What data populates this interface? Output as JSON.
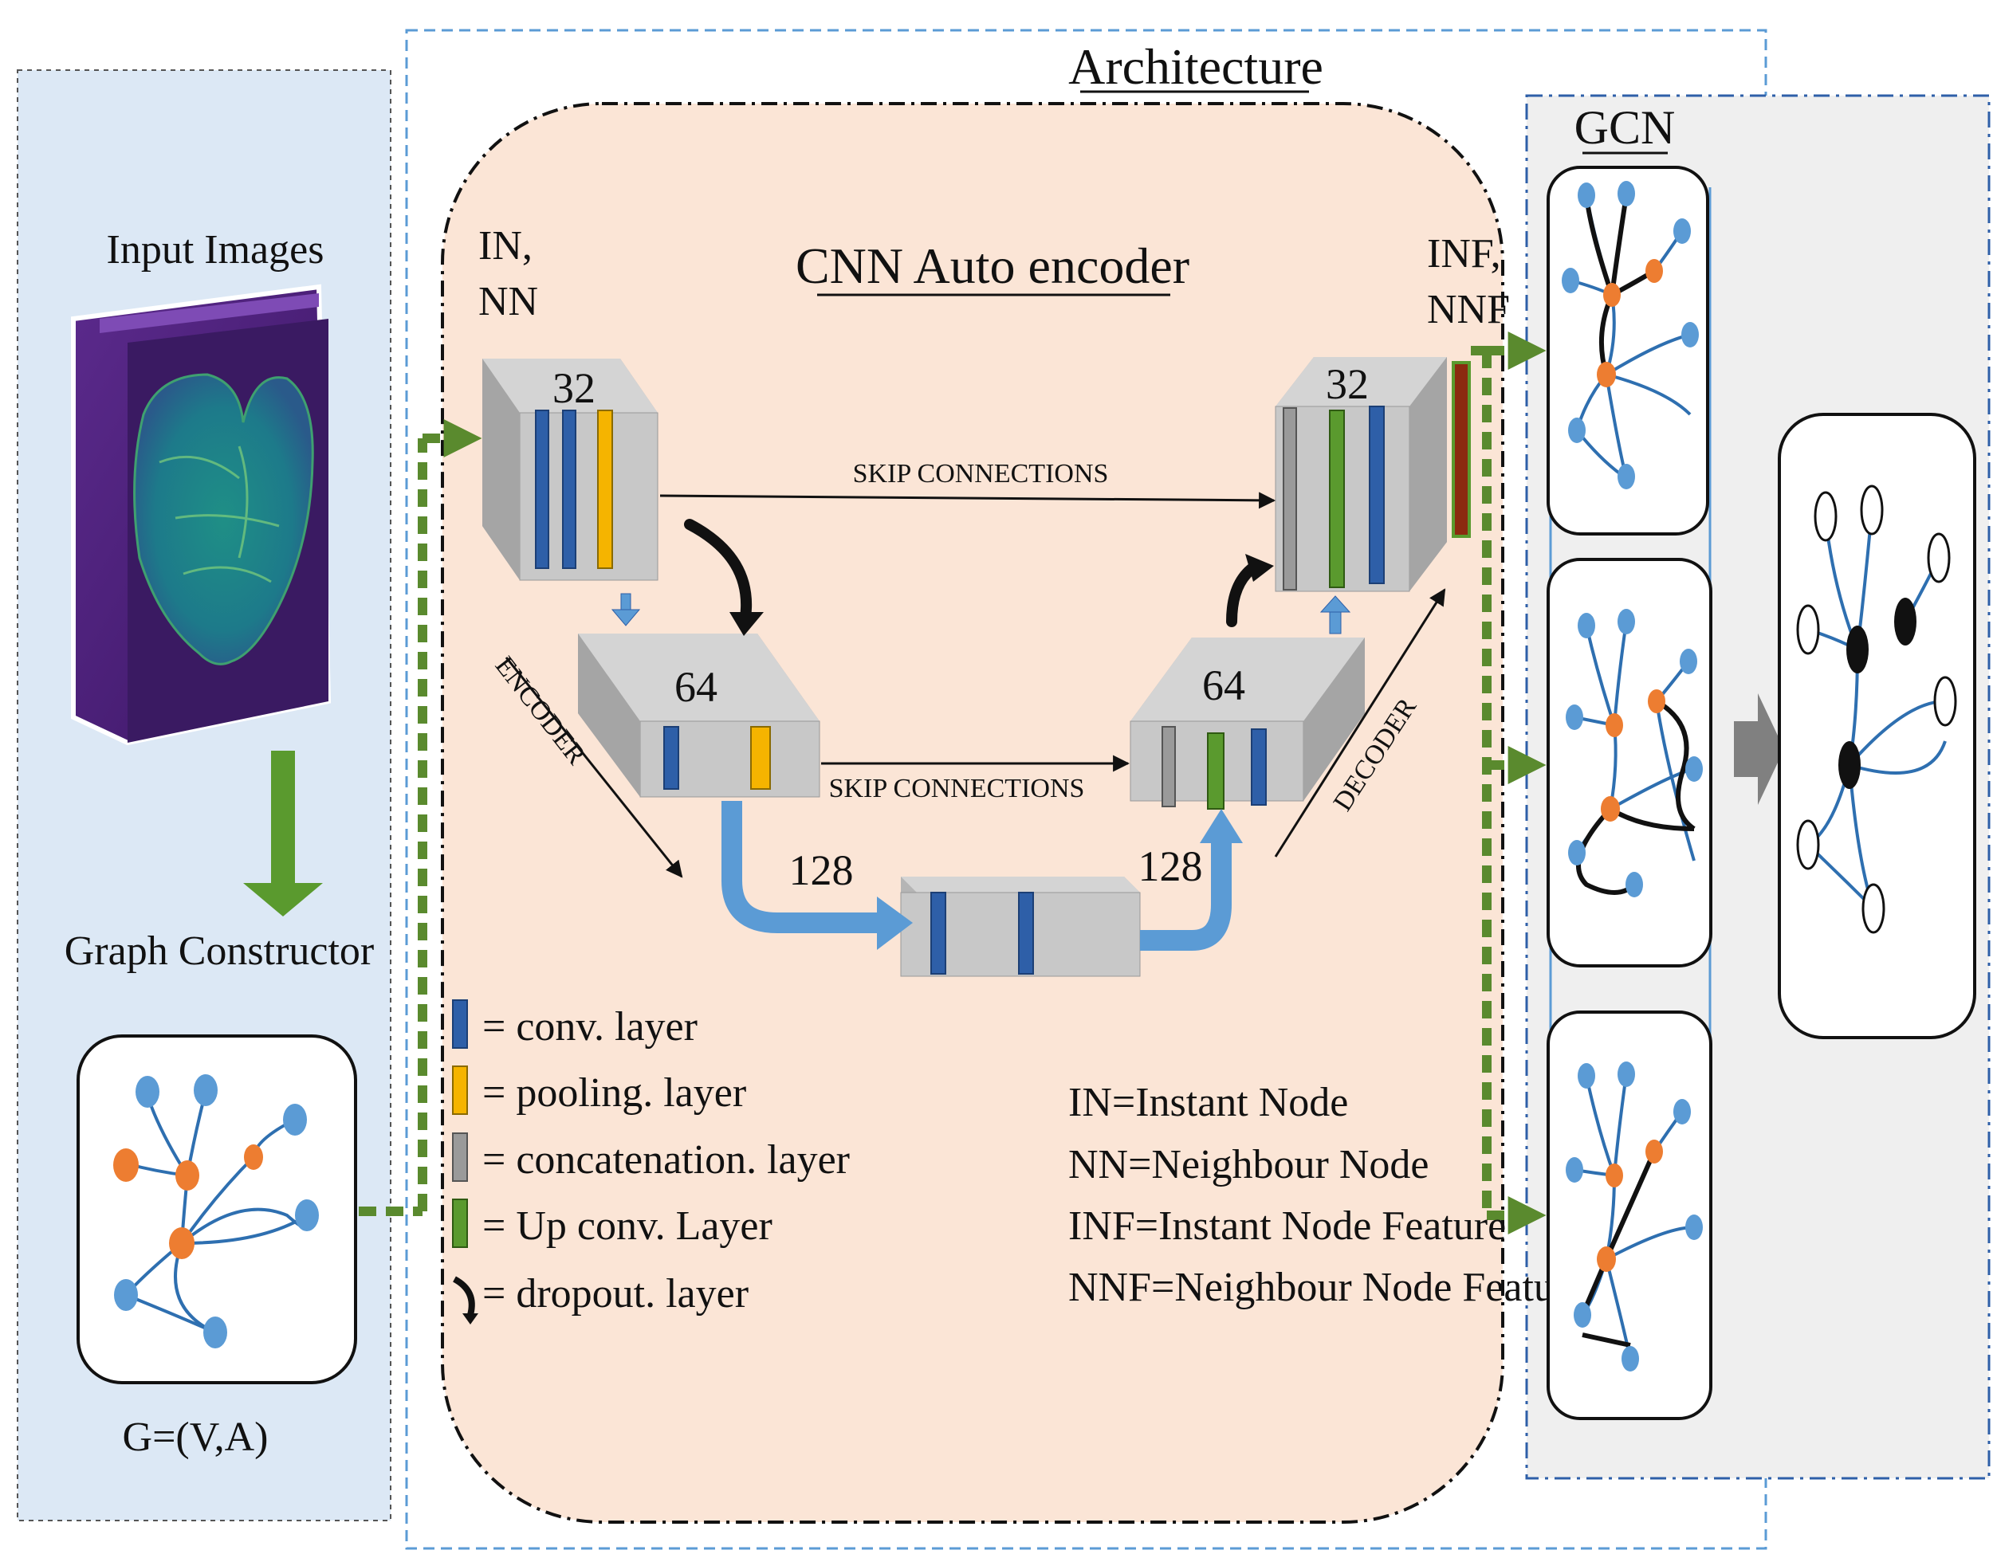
{
  "title": "Architecture",
  "left_panel": {
    "input_title": "Input Images",
    "graph_constructor": "Graph Constructor",
    "graph_formula": "G=(V,A)"
  },
  "cnn": {
    "title": "CNN Auto encoder",
    "in_label_1": "IN,",
    "in_label_2": "NN",
    "out_label_1": "INF,",
    "out_label_2": "NNF",
    "block1_num": "32",
    "block2_num": "64",
    "block3_num_left": "128",
    "block3_num_right": "128",
    "block4_num": "64",
    "block5_num": "32",
    "skip_top": "SKIP CONNECTIONS",
    "skip_mid": "SKIP CONNECTIONS",
    "encoder": "ENCODER",
    "decoder": "DECODER"
  },
  "legend": {
    "conv": "= conv. layer",
    "pool": "= pooling. layer",
    "concat": "= concatenation. layer",
    "upconv": "=  Up conv. Layer",
    "dropout": "=  dropout. layer"
  },
  "abbreviations": {
    "in": "IN=Instant Node",
    "nn": "NN=Neighbour Node",
    "inf": "INF=Instant Node Feature",
    "nnf": "NNF=Neighbour Node Feature"
  },
  "gcn": {
    "title": "GCN"
  },
  "colors": {
    "conv": "#2e5fa8",
    "pool": "#f5b400",
    "concat": "#9a9a9a",
    "upconv": "#5a9a2e",
    "dropout": "#111111",
    "node_blue": "#5b9bd5",
    "node_orange": "#ed7d31",
    "arrow_green": "#5a8a2e",
    "panel_blue": "#dce8f5",
    "panel_peach": "#fbe5d6",
    "panel_gray": "#efefef"
  }
}
